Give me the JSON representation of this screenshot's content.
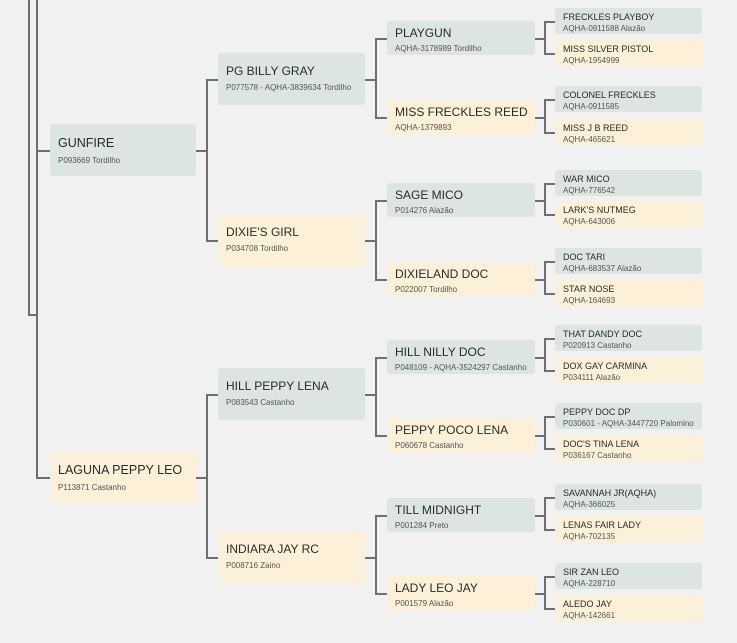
{
  "pedigree": {
    "sire": {
      "name": "GUNFIRE",
      "info": "P093669 Tordilho",
      "sex": "male",
      "sire": {
        "name": "PG BILLY GRAY",
        "info": "P077578 - AQHA-3839634 Tordilho",
        "sex": "male",
        "sire": {
          "name": "PLAYGUN",
          "info": "AQHA-3178989 Tordilho",
          "sex": "male",
          "sire": {
            "name": "FRECKLES PLAYBOY",
            "info": "AQHA-0911588 Alazão",
            "sex": "male"
          },
          "dam": {
            "name": "MISS SILVER PISTOL",
            "info": "AQHA-1954999",
            "sex": "female"
          }
        },
        "dam": {
          "name": "MISS FRECKLES REED",
          "info": "AQHA-1379893",
          "sex": "female",
          "sire": {
            "name": "COLONEL FRECKLES",
            "info": "AQHA-0911585",
            "sex": "male"
          },
          "dam": {
            "name": "MISS J B REED",
            "info": "AQHA-465621",
            "sex": "female"
          }
        }
      },
      "dam": {
        "name": "DIXIE'S GIRL",
        "info": "P034708 Tordilho",
        "sex": "female",
        "sire": {
          "name": "SAGE MICO",
          "info": "P014276 Alazão",
          "sex": "male",
          "sire": {
            "name": "WAR MICO",
            "info": "AQHA-776542",
            "sex": "male"
          },
          "dam": {
            "name": "LARK'S NUTMEG",
            "info": "AQHA-643006",
            "sex": "female"
          }
        },
        "dam": {
          "name": "DIXIELAND DOC",
          "info": "P022007 Tordilho",
          "sex": "female",
          "sire": {
            "name": "DOC TARI",
            "info": "AQHA-683537 Alazão",
            "sex": "male"
          },
          "dam": {
            "name": "STAR NOSE",
            "info": "AQHA-164693",
            "sex": "female"
          }
        }
      }
    },
    "dam": {
      "name": "LAGUNA PEPPY LEO",
      "info": "P113871 Castanho",
      "sex": "female",
      "sire": {
        "name": "HILL PEPPY LENA",
        "info": "P083543 Castanho",
        "sex": "male",
        "sire": {
          "name": "HILL NILLY DOC",
          "info": "P048109 - AQHA-3524297 Castanho",
          "sex": "male",
          "sire": {
            "name": "THAT DANDY DOC",
            "info": "P020913 Castanho",
            "sex": "male"
          },
          "dam": {
            "name": "DOX GAY CARMINA",
            "info": "P034111 Alazão",
            "sex": "female"
          }
        },
        "dam": {
          "name": "PEPPY POCO LENA",
          "info": "P060678 Castanho",
          "sex": "female",
          "sire": {
            "name": "PEPPY DOC DP",
            "info": "P030601 - AQHA-3447720 Palomino",
            "sex": "male"
          },
          "dam": {
            "name": "DOC'S TINA LENA",
            "info": "P036167 Castanho",
            "sex": "female"
          }
        }
      },
      "dam": {
        "name": "INDIARA JAY RC",
        "info": "P008716 Zaino",
        "sex": "female",
        "sire": {
          "name": "TILL MIDNIGHT",
          "info": "P001284 Preto",
          "sex": "male",
          "sire": {
            "name": "SAVANNAH JR(AQHA)",
            "info": "AQHA-366025",
            "sex": "male"
          },
          "dam": {
            "name": "LENAS FAIR LADY",
            "info": "AQHA-702135",
            "sex": "female"
          }
        },
        "dam": {
          "name": "LADY LEO JAY",
          "info": "P001579 Alazão",
          "sex": "female",
          "sire": {
            "name": "SIR ZAN LEO",
            "info": "AQHA-228710",
            "sex": "male"
          },
          "dam": {
            "name": "ALEDO JAY",
            "info": "AQHA-142661",
            "sex": "female"
          }
        }
      }
    }
  },
  "colors": {
    "male": "#dde5e0",
    "female": "#fdf0d9",
    "line": "#6f6f6f",
    "background": "#f1f1f1"
  }
}
